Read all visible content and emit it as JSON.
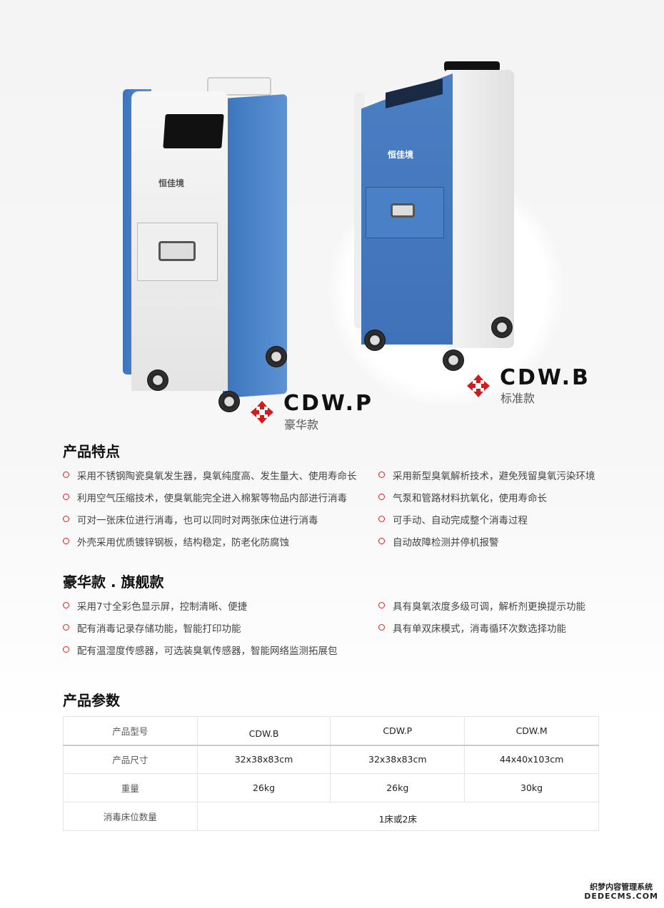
{
  "products": [
    {
      "model": "CDW.P",
      "edition": "豪华款",
      "logo": "恒佳境"
    },
    {
      "model": "CDW.B",
      "edition": "标准款",
      "logo": "恒佳境"
    }
  ],
  "features": {
    "title": "产品特点",
    "left": [
      "采用不锈钢陶瓷臭氧发生器，臭氧纯度高、发生量大、使用寿命长",
      "利用空气压缩技术，使臭氧能完全进入棉絮等物品内部进行消毒",
      "可对一张床位进行消毒，也可以同时对两张床位进行消毒",
      "外壳采用优质镀锌钢板，结构稳定，防老化防腐蚀"
    ],
    "right": [
      "采用新型臭氧解析技术，避免残留臭氧污染环境",
      "气泵和管路材料抗氧化，使用寿命长",
      "可手动、自动完成整个消毒过程",
      "自动故障检测并停机报警"
    ]
  },
  "deluxe": {
    "title": "豪华款 . 旗舰款",
    "left": [
      "采用7寸全彩色显示屏，控制清晰、便捷",
      "配有消毒记录存储功能，智能打印功能",
      "配有温湿度传感器，可选装臭氧传感器，智能网络监测拓展包"
    ],
    "right": [
      "具有臭氧浓度多级可调，解析剂更换提示功能",
      "具有单双床模式，消毒循环次数选择功能"
    ]
  },
  "specs": {
    "title": "产品参数",
    "header": {
      "label": "产品型号",
      "cols": [
        "CDW.B",
        "CDW.P",
        "CDW.M"
      ]
    },
    "size": {
      "label": "产品尺寸",
      "cols": [
        "32x38x83cm",
        "32x38x83cm",
        "44x40x103cm"
      ]
    },
    "weight": {
      "label": "重量",
      "cols": [
        "26kg",
        "26kg",
        "30kg"
      ]
    },
    "beds": {
      "label": "消毒床位数量",
      "value": "1床或2床"
    }
  },
  "watermark": {
    "line1": "织梦内容管理系统",
    "line2": "DEDECMS.COM"
  },
  "colors": {
    "accent": "#d22222",
    "blue": "#4a82c8"
  }
}
